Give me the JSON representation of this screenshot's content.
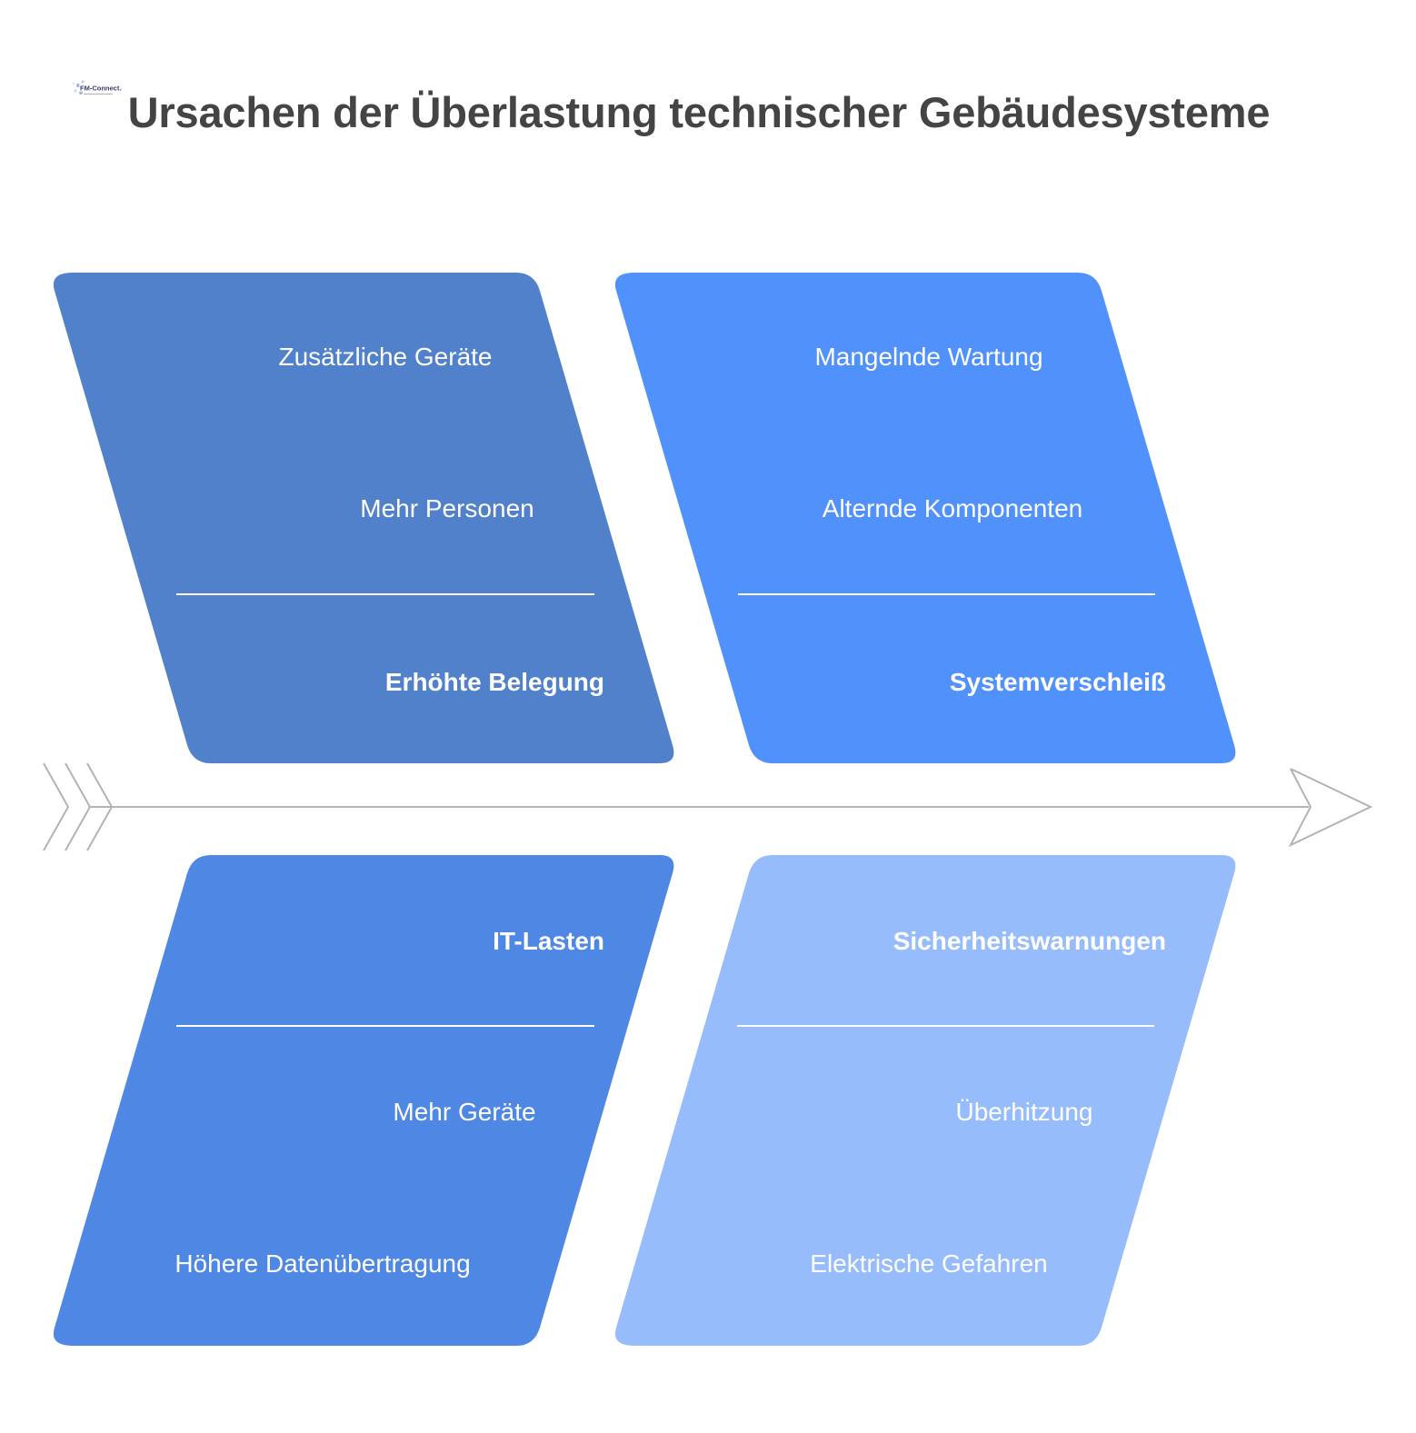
{
  "title": "Ursachen der Überlastung technischer Gebäudesysteme",
  "logo": {
    "text": "FM-Connect.com"
  },
  "colors": {
    "category_1": "#5081ca",
    "category_2": "#5191fc",
    "category_3": "#4f87e4",
    "category_4": "#97bcfc",
    "spine": "#b3b3b3",
    "title": "#444444"
  },
  "categories": [
    {
      "label": "Erhöhte Belegung",
      "causes": [
        "Zusätzliche Geräte",
        "Mehr Personen"
      ]
    },
    {
      "label": "Systemverschleiß",
      "causes": [
        "Mangelnde Wartung",
        "Alternde Komponenten"
      ]
    },
    {
      "label": "IT-Lasten",
      "causes": [
        "Mehr Geräte",
        "Höhere Datenübertragung"
      ]
    },
    {
      "label": "Sicherheitswarnungen",
      "causes": [
        "Überhitzung",
        "Elektrische Gefahren"
      ]
    }
  ]
}
